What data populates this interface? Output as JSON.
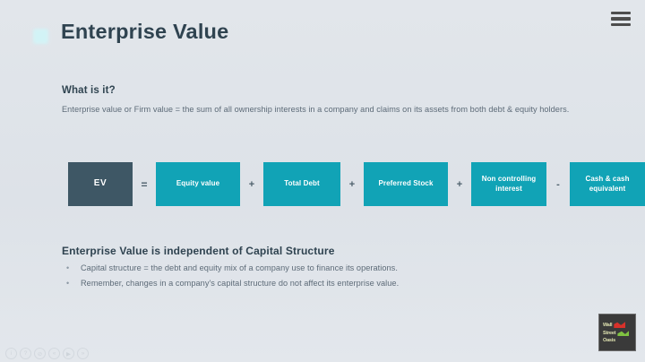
{
  "header": {
    "title": "Enterprise Value",
    "menu_icon": "hamburger-menu-icon",
    "dot_color": "#d2f4f7"
  },
  "what_is_it": {
    "heading": "What is it?",
    "body": "Enterprise value or Firm value = the sum of all ownership interests in a company and claims on its assets from both debt & equity holders."
  },
  "formula": {
    "ev_box": {
      "label": "EV",
      "color": "#3e5765"
    },
    "teal_color": "#11a3b6",
    "terms": [
      {
        "operator": "=",
        "label": "Equity value",
        "width": 94
      },
      {
        "operator": "+",
        "label": "Total Debt",
        "width": 86
      },
      {
        "operator": "+",
        "label": "Preferred Stock",
        "width": 94
      },
      {
        "operator": "+",
        "label": "Non controlling interest",
        "width": 84
      },
      {
        "operator": "-",
        "label": "Cash & cash equivalent",
        "width": 84
      }
    ]
  },
  "independent": {
    "heading": "Enterprise Value is independent of Capital Structure",
    "bullets": [
      "Capital structure = the debt and equity mix of a company use to finance its operations.",
      "Remember, changes in a company's capital structure do not affect its enterprise value."
    ]
  },
  "logo": {
    "line1": "Wall",
    "line2": "Street",
    "line3": "Oasis"
  },
  "player_controls": [
    {
      "name": "info-button",
      "glyph": "i"
    },
    {
      "name": "help-button",
      "glyph": "?"
    },
    {
      "name": "mute-button",
      "glyph": "⊘"
    },
    {
      "name": "rewind-button",
      "glyph": "«"
    },
    {
      "name": "play-button",
      "glyph": "▶"
    },
    {
      "name": "forward-button",
      "glyph": "»"
    }
  ]
}
